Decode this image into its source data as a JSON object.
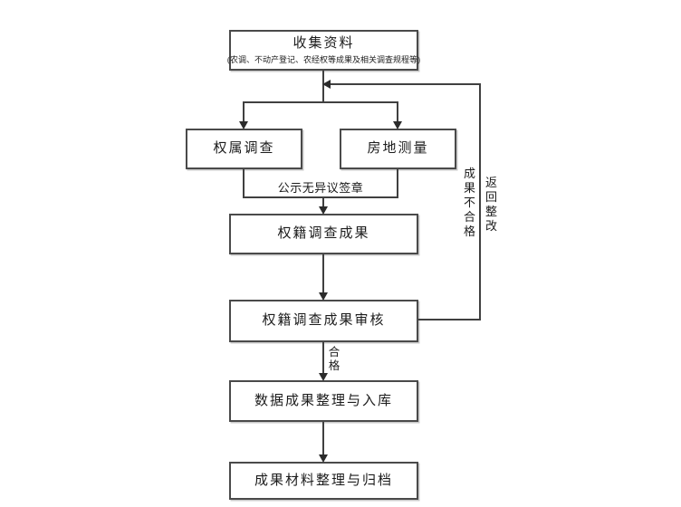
{
  "diagram": {
    "type": "flowchart",
    "nodes": {
      "collect": {
        "title": "收集资料",
        "subtitle": "(农调、不动产登记、农经权等成果及相关调查规程等)"
      },
      "ownership": {
        "label": "权属调查"
      },
      "measurement": {
        "label": "房地测量"
      },
      "result": {
        "label": "权籍调查成果"
      },
      "review": {
        "label": "权籍调查成果审核"
      },
      "database": {
        "label": "数据成果整理与入库"
      },
      "archive": {
        "label": "成果材料整理与归档"
      }
    },
    "edge_labels": {
      "publicity": "公示无异议签章",
      "qualified": "合格",
      "unqualified": "成果不合格",
      "rework": "返回整改"
    },
    "colors": {
      "line": "#404040",
      "box_border": "#4a4a4a",
      "arrow": "#2b2b2b",
      "text": "#1c1c1c",
      "background": "#ffffff"
    }
  }
}
